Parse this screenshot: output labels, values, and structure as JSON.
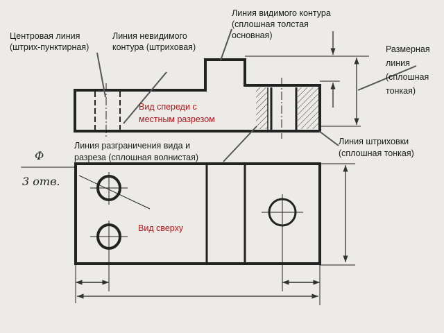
{
  "labels": {
    "center_line": [
      "Центровая линия",
      "(штрих-пунктирная)"
    ],
    "hidden_line": [
      "Линия невидимого",
      "контура (штриховая)"
    ],
    "visible_line": [
      "Линия видимого контура",
      "(сплошная толстая",
      "основная)"
    ],
    "dimension_line": [
      "Размерная",
      "линия",
      "(сплошная",
      "тонкая)"
    ],
    "front_view": [
      "Вид спереди с",
      "местным разрезом"
    ],
    "break_line": [
      "Линия разграничения вида и",
      "разреза (сплошная волнистая)"
    ],
    "hatch_line": [
      "Линия штриховки",
      "(сплошная тонкая)"
    ],
    "top_view": "Вид сверху",
    "hole_symbol": "Ф",
    "hole_count": "3 отв."
  },
  "colors": {
    "accent": "#b0161a",
    "line": "#222222"
  }
}
